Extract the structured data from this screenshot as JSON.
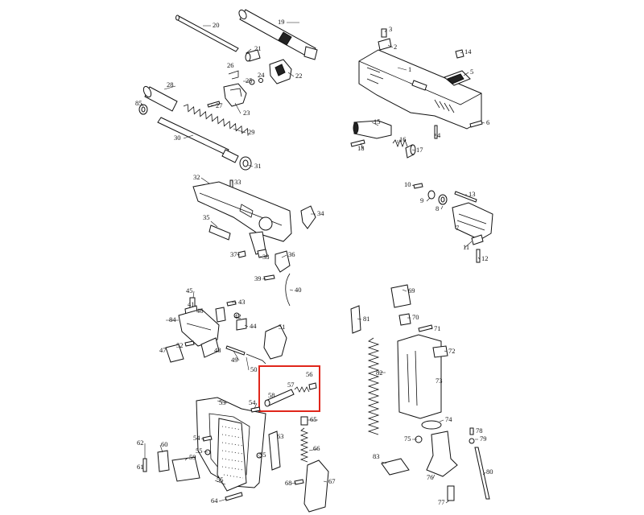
{
  "diagram": {
    "type": "exploded-parts-diagram",
    "highlight_box_color": "#e0261b",
    "labels": {
      "p1": "1",
      "p2": "2",
      "p3": "3",
      "p4": "4",
      "p5": "5",
      "p6": "6",
      "p7": "7",
      "p8": "8",
      "p9": "9",
      "p10": "10",
      "p11": "11",
      "p12": "12",
      "p13": "13",
      "p14": "14",
      "p15": "15",
      "p16": "16",
      "p17": "17",
      "p18": "18",
      "p19": "19",
      "p20": "20",
      "p21": "21",
      "p22": "22",
      "p23": "23",
      "p24": "24",
      "p25": "25",
      "p26": "26",
      "p27": "27",
      "p28": "28",
      "p29": "29",
      "p30": "30",
      "p31": "31",
      "p32": "32",
      "p33": "33",
      "p34": "34",
      "p35": "35",
      "p36": "36",
      "p37": "37",
      "p38": "38",
      "p39": "39",
      "p40": "40",
      "p41": "41",
      "p42": "42",
      "p43": "43",
      "p44": "44",
      "p45": "45",
      "p46": "46",
      "p47": "47",
      "p48": "48",
      "p49": "49",
      "p50": "50",
      "p51": "51",
      "p52": "52",
      "p53": "53",
      "p54a": "54",
      "p54b": "54",
      "p55a": "55",
      "p55b": "55",
      "p55c": "55",
      "p56": "56",
      "p57": "57",
      "p58": "58",
      "p59": "59",
      "p60": "60",
      "p61": "61",
      "p62": "62",
      "p63": "63",
      "p64": "64",
      "p65": "65",
      "p66": "66",
      "p67": "67",
      "p68": "68",
      "p69": "69",
      "p70": "70",
      "p71": "71",
      "p72": "72",
      "p73": "73",
      "p74": "74",
      "p75": "75",
      "p76": "76",
      "p77": "77",
      "p78": "78",
      "p79": "79",
      "p80": "80",
      "p81": "81",
      "p82": "82",
      "p83": "83",
      "p84": "84",
      "p85": "85"
    }
  }
}
